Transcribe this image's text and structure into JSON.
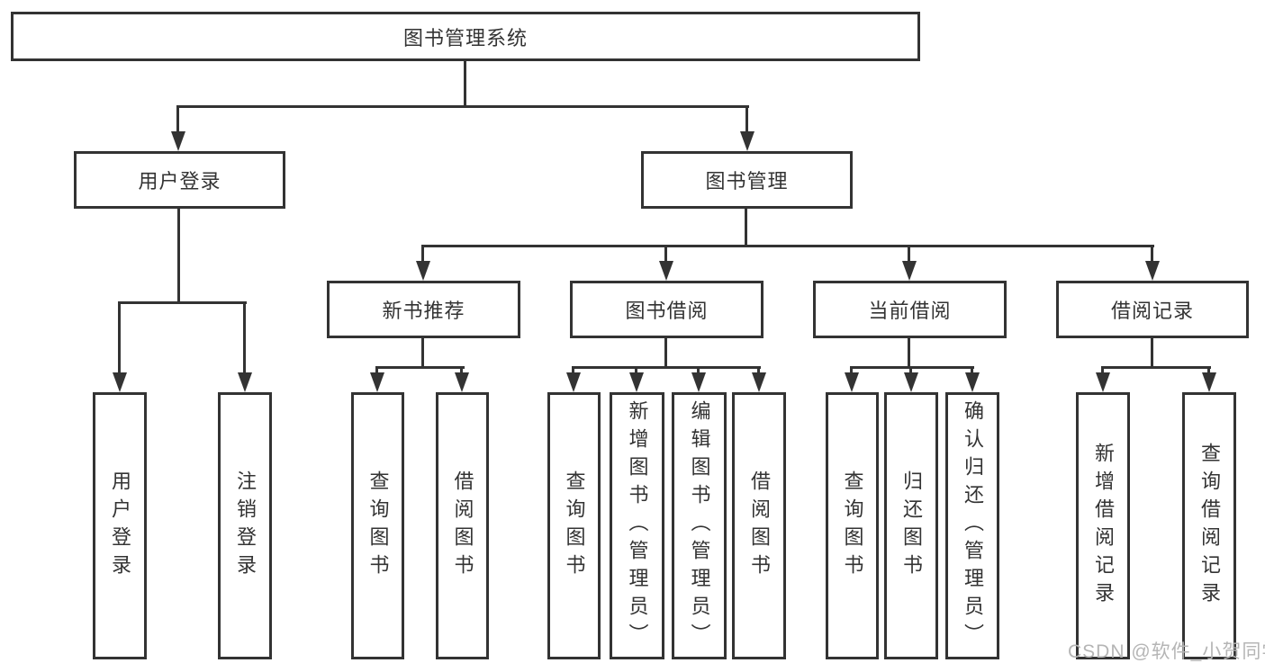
{
  "page": {
    "background_color": "#ffffff",
    "line_color": "#333333",
    "text_color": "#333333"
  },
  "watermark": {
    "text": "CSDN @软件_小贺同学",
    "color": "#b5b5b5"
  },
  "diagram": {
    "root": {
      "label": "图书管理系统"
    },
    "level2": [
      {
        "label": "用户登录"
      },
      {
        "label": "图书管理"
      }
    ],
    "level3": [
      {
        "label": "新书推荐"
      },
      {
        "label": "图书借阅"
      },
      {
        "label": "当前借阅"
      },
      {
        "label": "借阅记录"
      }
    ],
    "leaves": {
      "user_login": [
        "用户登录",
        "注销登录"
      ],
      "new_rec": [
        "查询图书",
        "借阅图书"
      ],
      "borrow": [
        "查询图书",
        "新增图书（管理员）",
        "编辑图书（管理员）",
        "借阅图书"
      ],
      "current": [
        "查询图书",
        "归还图书",
        "确认归还（管理员）"
      ],
      "records": [
        "新增借阅记录",
        "查询借阅记录"
      ]
    }
  }
}
